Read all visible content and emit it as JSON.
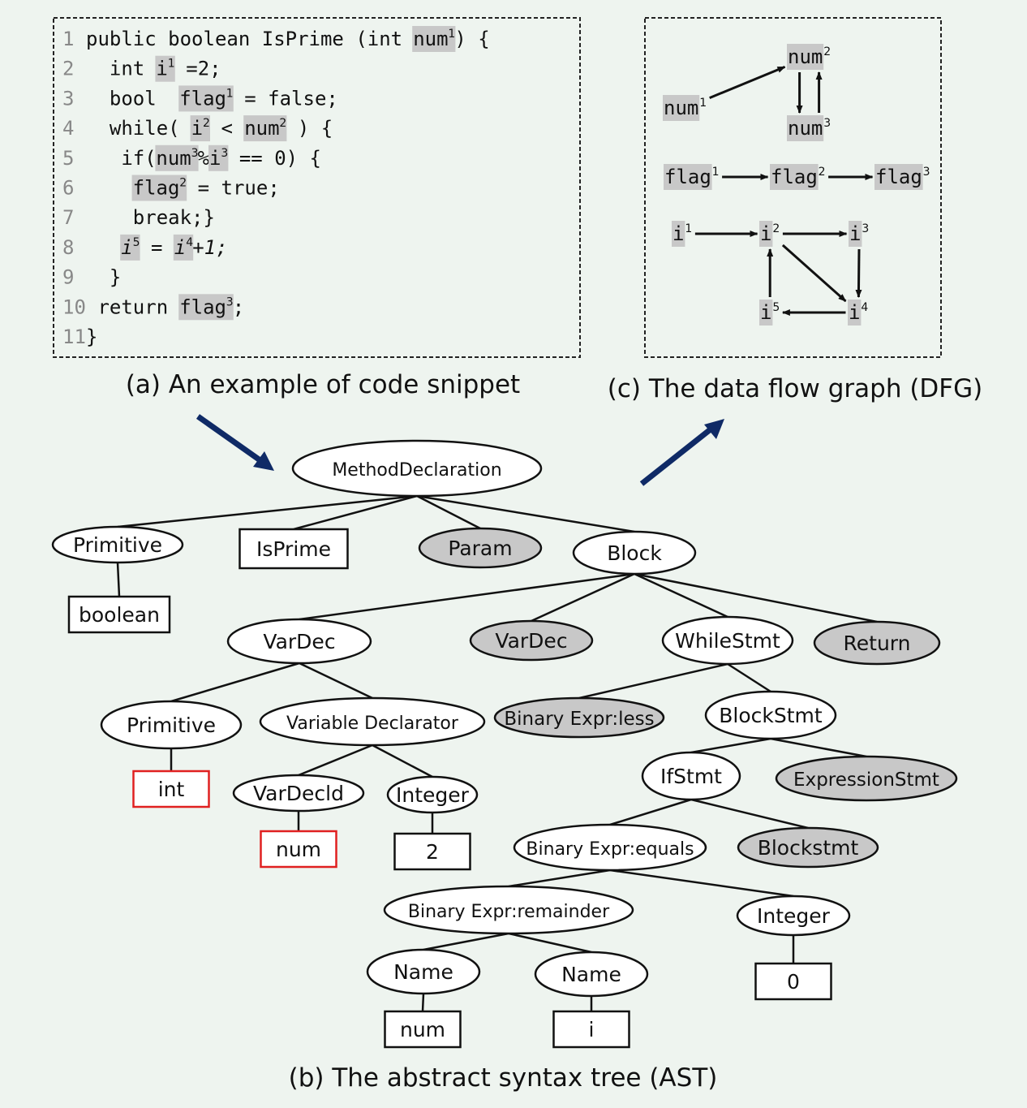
{
  "code": {
    "caption": "(a) An example of code snippet",
    "lines": [
      {
        "n": "1",
        "segs": [
          {
            "t": "public boolean IsPrime (int "
          },
          {
            "t": "num",
            "h": 1,
            "s": "1"
          },
          {
            "t": ") {"
          }
        ]
      },
      {
        "n": "2",
        "segs": [
          {
            "t": "  int "
          },
          {
            "t": "i",
            "h": 1,
            "s": "1"
          },
          {
            "t": " =2;"
          }
        ]
      },
      {
        "n": "3",
        "segs": [
          {
            "t": "  bool  "
          },
          {
            "t": "flag",
            "h": 1,
            "s": "1"
          },
          {
            "t": " = false;"
          }
        ]
      },
      {
        "n": "4",
        "segs": [
          {
            "t": "  while( "
          },
          {
            "t": "i",
            "h": 1,
            "s": "2"
          },
          {
            "t": " < "
          },
          {
            "t": "num",
            "h": 1,
            "s": "2"
          },
          {
            "t": " ) {"
          }
        ]
      },
      {
        "n": "5",
        "segs": [
          {
            "t": "   if("
          },
          {
            "t": "num",
            "h": 1,
            "s": "3"
          },
          {
            "t": "%"
          },
          {
            "t": "i",
            "h": 1,
            "s": "3"
          },
          {
            "t": " == 0) {"
          }
        ]
      },
      {
        "n": "6",
        "segs": [
          {
            "t": "    "
          },
          {
            "t": "flag",
            "h": 1,
            "s": "2"
          },
          {
            "t": " = true;"
          }
        ]
      },
      {
        "n": "7",
        "segs": [
          {
            "t": "    break;}"
          }
        ]
      },
      {
        "n": "8",
        "segs": [
          {
            "t": "   "
          },
          {
            "t": "i",
            "h": 1,
            "s": "5",
            "i": 1
          },
          {
            "t": " = ",
            "i": 1
          },
          {
            "t": "i",
            "h": 1,
            "s": "4",
            "i": 1
          },
          {
            "t": "+1;",
            "i": 1
          }
        ]
      },
      {
        "n": "9",
        "segs": [
          {
            "t": "  }"
          }
        ]
      },
      {
        "n": "10",
        "segs": [
          {
            "t": " return "
          },
          {
            "t": "flag",
            "h": 1,
            "s": "3"
          },
          {
            "t": ";"
          }
        ]
      },
      {
        "n": "11",
        "segs": [
          {
            "t": "}"
          }
        ]
      }
    ]
  },
  "dfg": {
    "caption": "(c) The data flow graph (DFG)",
    "nodes": [
      {
        "id": "num1",
        "t": "num",
        "s": "1"
      },
      {
        "id": "num2",
        "t": "num",
        "s": "2"
      },
      {
        "id": "num3",
        "t": "num",
        "s": "3"
      },
      {
        "id": "flag1",
        "t": "flag",
        "s": "1"
      },
      {
        "id": "flag2",
        "t": "flag",
        "s": "2"
      },
      {
        "id": "flag3",
        "t": "flag",
        "s": "3"
      },
      {
        "id": "i1",
        "t": "i",
        "s": "1"
      },
      {
        "id": "i2",
        "t": "i",
        "s": "2"
      },
      {
        "id": "i3",
        "t": "i",
        "s": "3"
      },
      {
        "id": "i4",
        "t": "i",
        "s": "4"
      },
      {
        "id": "i5",
        "t": "i",
        "s": "5"
      }
    ],
    "edges": [
      [
        "num1",
        "num2"
      ],
      [
        "num2",
        "num3"
      ],
      [
        "num3",
        "num2"
      ],
      [
        "flag1",
        "flag2"
      ],
      [
        "flag2",
        "flag3"
      ],
      [
        "i1",
        "i2"
      ],
      [
        "i2",
        "i3"
      ],
      [
        "i2",
        "i4"
      ],
      [
        "i3",
        "i4"
      ],
      [
        "i4",
        "i5"
      ],
      [
        "i5",
        "i2"
      ]
    ]
  },
  "ast": {
    "caption": "(b) The abstract syntax tree (AST)",
    "nodes": [
      {
        "id": "method",
        "label": "MethodDeclaration",
        "shape": "ellipse"
      },
      {
        "id": "prim1",
        "label": "Primitive",
        "shape": "ellipse"
      },
      {
        "id": "isprime",
        "label": "IsPrime",
        "shape": "rect"
      },
      {
        "id": "param",
        "label": "Param",
        "shape": "ellipse",
        "gray": true
      },
      {
        "id": "block",
        "label": "Block",
        "shape": "ellipse"
      },
      {
        "id": "boolean",
        "label": "boolean",
        "shape": "rect"
      },
      {
        "id": "vardec1",
        "label": "VarDec",
        "shape": "ellipse"
      },
      {
        "id": "vardec2",
        "label": "VarDec",
        "shape": "ellipse",
        "gray": true
      },
      {
        "id": "while",
        "label": "WhileStmt",
        "shape": "ellipse"
      },
      {
        "id": "return",
        "label": "Return",
        "shape": "ellipse",
        "gray": true
      },
      {
        "id": "prim2",
        "label": "Primitive",
        "shape": "ellipse"
      },
      {
        "id": "vardecl",
        "label": "Variable Declarator",
        "shape": "ellipse"
      },
      {
        "id": "binless",
        "label": "Binary Expr:less",
        "shape": "ellipse",
        "gray": true
      },
      {
        "id": "blockstmt",
        "label": "BlockStmt",
        "shape": "ellipse"
      },
      {
        "id": "int",
        "label": "int",
        "shape": "rect",
        "red": true
      },
      {
        "id": "vardecid",
        "label": "VarDecld",
        "shape": "ellipse"
      },
      {
        "id": "integer1",
        "label": "Integer",
        "shape": "ellipse"
      },
      {
        "id": "ifstmt",
        "label": "IfStmt",
        "shape": "ellipse"
      },
      {
        "id": "exprstmt",
        "label": "ExpressionStmt",
        "shape": "ellipse",
        "gray": true
      },
      {
        "id": "num",
        "label": "num",
        "shape": "rect",
        "red": true
      },
      {
        "id": "two",
        "label": "2",
        "shape": "rect"
      },
      {
        "id": "bineq",
        "label": "Binary Expr:equals",
        "shape": "ellipse"
      },
      {
        "id": "blockstmt2",
        "label": "Blockstmt",
        "shape": "ellipse",
        "gray": true
      },
      {
        "id": "binrem",
        "label": "Binary Expr:remainder",
        "shape": "ellipse"
      },
      {
        "id": "integer2",
        "label": "Integer",
        "shape": "ellipse"
      },
      {
        "id": "name1",
        "label": "Name",
        "shape": "ellipse"
      },
      {
        "id": "name2",
        "label": "Name",
        "shape": "ellipse"
      },
      {
        "id": "zero",
        "label": "0",
        "shape": "rect"
      },
      {
        "id": "numleaf",
        "label": "num",
        "shape": "rect"
      },
      {
        "id": "ileaf",
        "label": "i",
        "shape": "rect"
      }
    ],
    "edges": [
      [
        "method",
        "prim1"
      ],
      [
        "method",
        "isprime"
      ],
      [
        "method",
        "param"
      ],
      [
        "method",
        "block"
      ],
      [
        "prim1",
        "boolean"
      ],
      [
        "block",
        "vardec1"
      ],
      [
        "block",
        "vardec2"
      ],
      [
        "block",
        "while"
      ],
      [
        "block",
        "return"
      ],
      [
        "vardec1",
        "prim2"
      ],
      [
        "vardec1",
        "vardecl"
      ],
      [
        "while",
        "binless"
      ],
      [
        "while",
        "blockstmt"
      ],
      [
        "prim2",
        "int"
      ],
      [
        "vardecl",
        "vardecid"
      ],
      [
        "vardecl",
        "integer1"
      ],
      [
        "blockstmt",
        "ifstmt"
      ],
      [
        "blockstmt",
        "exprstmt"
      ],
      [
        "vardecid",
        "num"
      ],
      [
        "integer1",
        "two"
      ],
      [
        "ifstmt",
        "bineq"
      ],
      [
        "ifstmt",
        "blockstmt2"
      ],
      [
        "bineq",
        "binrem"
      ],
      [
        "bineq",
        "integer2"
      ],
      [
        "binrem",
        "name1"
      ],
      [
        "binrem",
        "name2"
      ],
      [
        "integer2",
        "zero"
      ],
      [
        "name1",
        "numleaf"
      ],
      [
        "name2",
        "ileaf"
      ]
    ]
  },
  "colors": {
    "line": "#111111",
    "highlight": "#c8c8c8",
    "red": "#e02020",
    "arrow": "#0f2a66",
    "bg": "#eef4ef"
  }
}
